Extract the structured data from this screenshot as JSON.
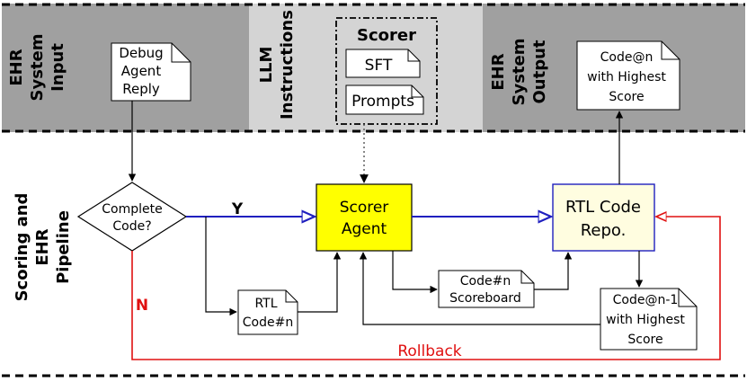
{
  "lanes": {
    "input": {
      "lines": [
        "EHR",
        "System",
        "Input"
      ]
    },
    "instructions": {
      "lines": [
        "LLM",
        "Instructions"
      ]
    },
    "output": {
      "lines": [
        "EHR",
        "System",
        "Output"
      ]
    },
    "pipeline": {
      "lines": [
        "Scoring and",
        "EHR",
        "Pipeline"
      ]
    }
  },
  "docs": {
    "debug_reply": {
      "lines": [
        "Debug",
        "Agent",
        "Reply"
      ]
    },
    "sft": {
      "lines": [
        "SFT"
      ]
    },
    "prompts": {
      "lines": [
        "Prompts"
      ]
    },
    "code_highest": {
      "lines": [
        "Code@n",
        "with Highest",
        "Score"
      ]
    },
    "rtl_code": {
      "lines": [
        "RTL",
        "Code#n"
      ]
    },
    "scoreboard": {
      "lines": [
        "Code#n",
        "Scoreboard"
      ]
    },
    "code_prev": {
      "lines": [
        "Code@n-1",
        "with Highest",
        "Score"
      ]
    }
  },
  "scorer_group": {
    "title": "Scorer"
  },
  "decision": {
    "lines": [
      "Complete",
      "Code?"
    ]
  },
  "scorer_agent": {
    "lines": [
      "Scorer",
      "Agent"
    ]
  },
  "rtl_repo": {
    "lines": [
      "RTL Code",
      "Repo."
    ]
  },
  "edges": {
    "yes": "Y",
    "no": "N",
    "rollback": "Rollback"
  },
  "colors": {
    "lane_dark": "#a0a0a0",
    "lane_light": "#d4d4d4",
    "scorer_agent_fill": "#ffff00",
    "rtl_repo_fill": "#fffde0",
    "blue_edge": "#1f1fbf",
    "red_edge": "#e01010"
  }
}
